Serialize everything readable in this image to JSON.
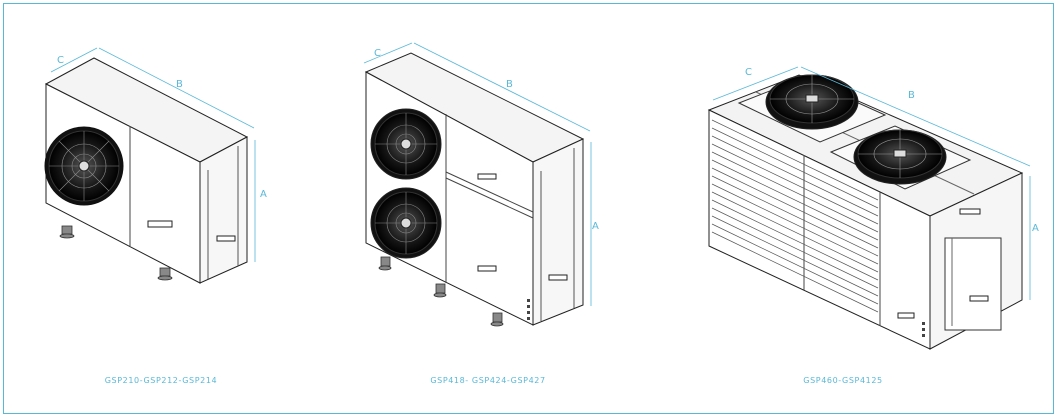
{
  "units": [
    {
      "model_label": "GSP210-GSP212-GSP214",
      "dimensions": {
        "a": "A",
        "b": "B",
        "c": "C"
      }
    },
    {
      "model_label": "GSP418- GSP424-GSP427",
      "dimensions": {
        "a": "A",
        "b": "B",
        "c": "C"
      }
    },
    {
      "model_label": "GSP460-GSP4125",
      "dimensions": {
        "a": "A",
        "b": "B",
        "c": "C"
      }
    }
  ],
  "colors": {
    "frame": "#59b8d8",
    "dimension": "#59b8d8",
    "drawing": "#222222",
    "fan": "#111111"
  }
}
